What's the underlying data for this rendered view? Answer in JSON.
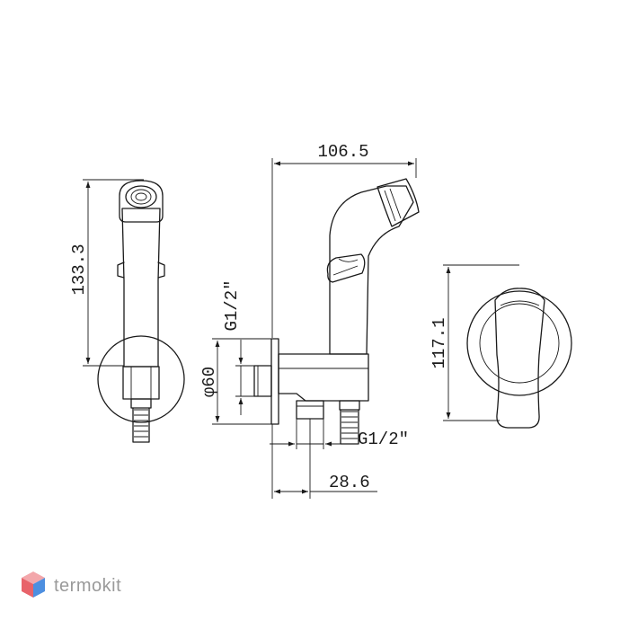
{
  "dimensions": {
    "side_height": "133.3",
    "total_length": "106.5",
    "thread_top": "G1/2\"",
    "flange_diameter": "φ60",
    "thread_bottom": "G1/2\"",
    "outlet_offset": "28.6",
    "lever_height": "117.1"
  },
  "brand": {
    "name": "termokit",
    "colors": {
      "red": "#e8636a",
      "blue": "#4d8fe0",
      "gray": "#9a9a9a"
    }
  }
}
